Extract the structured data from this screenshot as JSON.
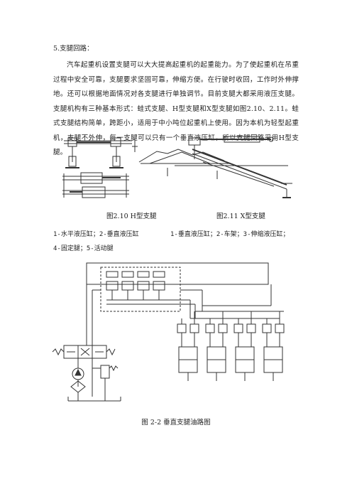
{
  "section": {
    "heading": "5.支腿回路：",
    "paragraph": "汽车起重机设置支腿可以大大提高起重机的起重能力。为了使起重机在吊重过程中安全可靠，支腿要求坚固可靠，伸缩方便。在行驶时收回，工作时外伸撑地。还可以根据地面情况对各支腿进行单独调节。目前支腿大都采用液压支腿。支腿机构有三种基本形式：蛙式支腿、H型支腿和X型支腿如图2.10、2.11。蛙式支腿结构简单，跨距小，适用于中小吨位起重机上使用。因为本机为轻型起重机，支腿不外伸，每一支腿可以只有一个垂直液压缸，所以支腿回路采用H型支腿。"
  },
  "figures": {
    "fig210_caption": "图2.10 H型支腿",
    "fig211_caption": "图2.11 X型支腿",
    "fig210_legend_line1": "1-水平液压缸；2-垂直液压缸",
    "fig210_legend_line2": "4-固定腿；5-活动腿",
    "fig211_legend": "1-垂直液压缸；2-车架；3-伸缩液压缸；"
  },
  "diagram": {
    "caption": "图 2-2 垂直支腿油路图",
    "colors": {
      "line": "#333333",
      "background": "#ffffff"
    }
  }
}
